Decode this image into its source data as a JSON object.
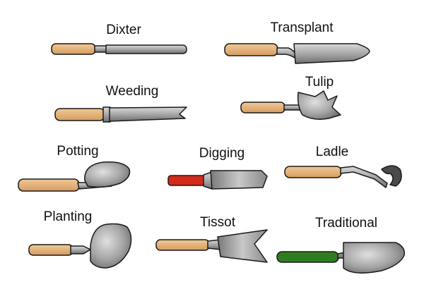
{
  "tools": [
    {
      "name": "Dixter"
    },
    {
      "name": "Transplant"
    },
    {
      "name": "Weeding"
    },
    {
      "name": "Tulip"
    },
    {
      "name": "Potting"
    },
    {
      "name": "Digging"
    },
    {
      "name": "Ladle"
    },
    {
      "name": "Planting"
    },
    {
      "name": "Tissot"
    },
    {
      "name": "Traditional"
    }
  ],
  "colors": {
    "wood_handle": "#e3b27f",
    "red_handle": "#d42a1c",
    "green_handle": "#2f7d1f",
    "metal": "#a9a9a9",
    "outline": "#1a1a1a"
  }
}
